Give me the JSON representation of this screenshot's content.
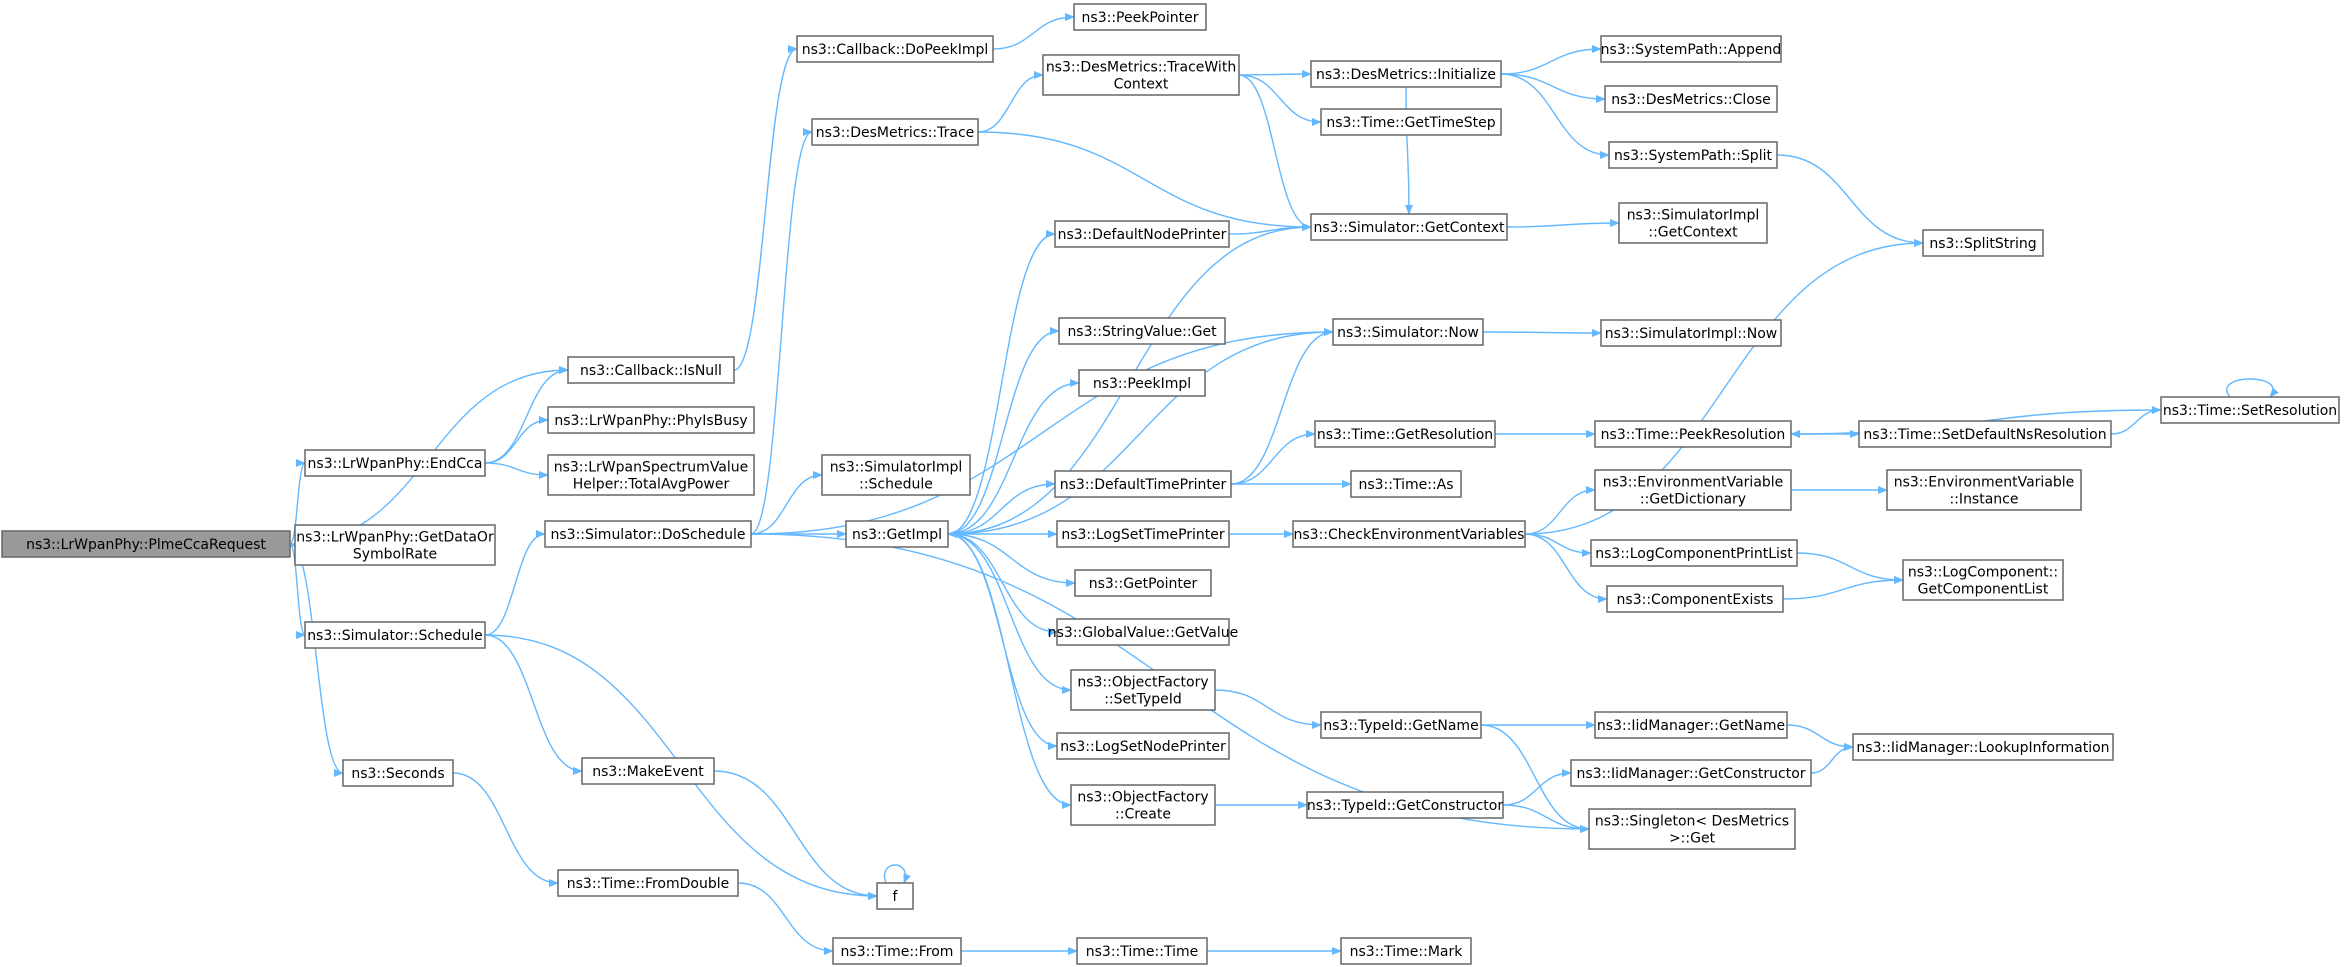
{
  "graph": {
    "nodes": [
      {
        "id": "root",
        "label": [
          "ns3::LrWpanPhy::PlmeCcaRequest"
        ],
        "root": true
      },
      {
        "id": "isnull",
        "label": [
          "ns3::Callback::IsNull"
        ]
      },
      {
        "id": "endcca",
        "label": [
          "ns3::LrWpanPhy::EndCca"
        ]
      },
      {
        "id": "getdata",
        "label": [
          "ns3::LrWpanPhy::GetDataOr",
          "SymbolRate"
        ]
      },
      {
        "id": "simsched",
        "label": [
          "ns3::Simulator::Schedule"
        ]
      },
      {
        "id": "seconds",
        "label": [
          "ns3::Seconds"
        ]
      },
      {
        "id": "dopeek",
        "label": [
          "ns3::Callback::DoPeekImpl"
        ]
      },
      {
        "id": "phybusy",
        "label": [
          "ns3::LrWpanPhy::PhyIsBusy"
        ]
      },
      {
        "id": "totalavg",
        "label": [
          "ns3::LrWpanSpectrumValue",
          "Helper::TotalAvgPower"
        ]
      },
      {
        "id": "dosched",
        "label": [
          "ns3::Simulator::DoSchedule"
        ]
      },
      {
        "id": "makeevent",
        "label": [
          "ns3::MakeEvent"
        ]
      },
      {
        "id": "fromdouble",
        "label": [
          "ns3::Time::FromDouble"
        ]
      },
      {
        "id": "peekptr",
        "label": [
          "ns3::PeekPointer"
        ]
      },
      {
        "id": "trace",
        "label": [
          "ns3::DesMetrics::Trace"
        ]
      },
      {
        "id": "simimplsched",
        "label": [
          "ns3::SimulatorImpl",
          "::Schedule"
        ]
      },
      {
        "id": "getimpl",
        "label": [
          "ns3::GetImpl"
        ]
      },
      {
        "id": "f",
        "label": [
          "f"
        ]
      },
      {
        "id": "from",
        "label": [
          "ns3::Time::From"
        ]
      },
      {
        "id": "tracectx",
        "label": [
          "ns3::DesMetrics::TraceWith",
          "Context"
        ]
      },
      {
        "id": "defnode",
        "label": [
          "ns3::DefaultNodePrinter"
        ]
      },
      {
        "id": "strget",
        "label": [
          "ns3::StringValue::Get"
        ]
      },
      {
        "id": "peekimpl",
        "label": [
          "ns3::PeekImpl"
        ]
      },
      {
        "id": "deftime",
        "label": [
          "ns3::DefaultTimePrinter"
        ]
      },
      {
        "id": "logsettime",
        "label": [
          "ns3::LogSetTimePrinter"
        ]
      },
      {
        "id": "getptr",
        "label": [
          "ns3::GetPointer"
        ]
      },
      {
        "id": "globalget",
        "label": [
          "ns3::GlobalValue::GetValue"
        ]
      },
      {
        "id": "ofsettype",
        "label": [
          "ns3::ObjectFactory",
          "::SetTypeId"
        ]
      },
      {
        "id": "logsetnode",
        "label": [
          "ns3::LogSetNodePrinter"
        ]
      },
      {
        "id": "ofcreate",
        "label": [
          "ns3::ObjectFactory",
          "::Create"
        ]
      },
      {
        "id": "timetime",
        "label": [
          "ns3::Time::Time"
        ]
      },
      {
        "id": "dminit",
        "label": [
          "ns3::DesMetrics::Initialize"
        ]
      },
      {
        "id": "gettimestep",
        "label": [
          "ns3::Time::GetTimeStep"
        ]
      },
      {
        "id": "getctx",
        "label": [
          "ns3::Simulator::GetContext"
        ]
      },
      {
        "id": "simnow",
        "label": [
          "ns3::Simulator::Now"
        ]
      },
      {
        "id": "getres",
        "label": [
          "ns3::Time::GetResolution"
        ]
      },
      {
        "id": "timeas",
        "label": [
          "ns3::Time::As"
        ]
      },
      {
        "id": "checkenv",
        "label": [
          "ns3::CheckEnvironmentVariables"
        ]
      },
      {
        "id": "tidgetname",
        "label": [
          "ns3::TypeId::GetName"
        ]
      },
      {
        "id": "tidgetctor",
        "label": [
          "ns3::TypeId::GetConstructor"
        ]
      },
      {
        "id": "timemark",
        "label": [
          "ns3::Time::Mark"
        ]
      },
      {
        "id": "append",
        "label": [
          "ns3::SystemPath::Append"
        ]
      },
      {
        "id": "dmclose",
        "label": [
          "ns3::DesMetrics::Close"
        ]
      },
      {
        "id": "split",
        "label": [
          "ns3::SystemPath::Split"
        ]
      },
      {
        "id": "simimplctx",
        "label": [
          "ns3::SimulatorImpl",
          "::GetContext"
        ]
      },
      {
        "id": "simimplnow",
        "label": [
          "ns3::SimulatorImpl::Now"
        ]
      },
      {
        "id": "peekres",
        "label": [
          "ns3::Time::PeekResolution"
        ]
      },
      {
        "id": "envgetdict",
        "label": [
          "ns3::EnvironmentVariable",
          "::GetDictionary"
        ]
      },
      {
        "id": "logcompprint",
        "label": [
          "ns3::LogComponentPrintList"
        ]
      },
      {
        "id": "compexists",
        "label": [
          "ns3::ComponentExists"
        ]
      },
      {
        "id": "iidgetname",
        "label": [
          "ns3::IidManager::GetName"
        ]
      },
      {
        "id": "iidgetctor",
        "label": [
          "ns3::IidManager::GetConstructor"
        ]
      },
      {
        "id": "singleton",
        "label": [
          "ns3::Singleton< DesMetrics",
          ">::Get"
        ]
      },
      {
        "id": "splitstring",
        "label": [
          "ns3::SplitString"
        ]
      },
      {
        "id": "setdefns",
        "label": [
          "ns3::Time::SetDefaultNsResolution"
        ]
      },
      {
        "id": "envinst",
        "label": [
          "ns3::EnvironmentVariable",
          "::Instance"
        ]
      },
      {
        "id": "getcomplist",
        "label": [
          "ns3::LogComponent::",
          "GetComponentList"
        ]
      },
      {
        "id": "lookupinfo",
        "label": [
          "ns3::IidManager::LookupInformation"
        ]
      },
      {
        "id": "setres",
        "label": [
          "ns3::Time::SetResolution"
        ]
      }
    ],
    "edges": [
      [
        "root",
        "isnull"
      ],
      [
        "root",
        "endcca"
      ],
      [
        "root",
        "getdata"
      ],
      [
        "root",
        "simsched"
      ],
      [
        "root",
        "seconds"
      ],
      [
        "isnull",
        "dopeek"
      ],
      [
        "endcca",
        "isnull"
      ],
      [
        "endcca",
        "phybusy"
      ],
      [
        "endcca",
        "totalavg"
      ],
      [
        "simsched",
        "dosched"
      ],
      [
        "simsched",
        "makeevent"
      ],
      [
        "simsched",
        "f"
      ],
      [
        "seconds",
        "fromdouble"
      ],
      [
        "dopeek",
        "peekptr"
      ],
      [
        "dosched",
        "trace"
      ],
      [
        "dosched",
        "simimplsched"
      ],
      [
        "dosched",
        "getimpl"
      ],
      [
        "dosched",
        "simnow"
      ],
      [
        "dosched",
        "singleton"
      ],
      [
        "makeevent",
        "f"
      ],
      [
        "f",
        "f"
      ],
      [
        "fromdouble",
        "from"
      ],
      [
        "trace",
        "tracectx"
      ],
      [
        "trace",
        "getctx"
      ],
      [
        "getimpl",
        "defnode"
      ],
      [
        "getimpl",
        "strget"
      ],
      [
        "getimpl",
        "peekimpl"
      ],
      [
        "getimpl",
        "deftime"
      ],
      [
        "getimpl",
        "logsettime"
      ],
      [
        "getimpl",
        "getptr"
      ],
      [
        "getimpl",
        "globalget"
      ],
      [
        "getimpl",
        "ofsettype"
      ],
      [
        "getimpl",
        "logsetnode"
      ],
      [
        "getimpl",
        "ofcreate"
      ],
      [
        "from",
        "timetime"
      ],
      [
        "timetime",
        "timemark"
      ],
      [
        "tracectx",
        "dminit"
      ],
      [
        "tracectx",
        "gettimestep"
      ],
      [
        "tracectx",
        "getctx"
      ],
      [
        "defnode",
        "getctx"
      ],
      [
        "getctx",
        "getimpl"
      ],
      [
        "getctx",
        "simimplctx"
      ],
      [
        "deftime",
        "simnow"
      ],
      [
        "deftime",
        "getres"
      ],
      [
        "deftime",
        "timeas"
      ],
      [
        "simnow",
        "getimpl"
      ],
      [
        "simnow",
        "simimplnow"
      ],
      [
        "logsettime",
        "checkenv"
      ],
      [
        "ofsettype",
        "tidgetname"
      ],
      [
        "ofcreate",
        "tidgetctor"
      ],
      [
        "dminit",
        "append"
      ],
      [
        "dminit",
        "dmclose"
      ],
      [
        "dminit",
        "split"
      ],
      [
        "dminit",
        "getctx"
      ],
      [
        "split",
        "splitstring"
      ],
      [
        "getres",
        "peekres"
      ],
      [
        "checkenv",
        "envgetdict"
      ],
      [
        "checkenv",
        "logcompprint"
      ],
      [
        "checkenv",
        "compexists"
      ],
      [
        "checkenv",
        "splitstring"
      ],
      [
        "tidgetname",
        "iidgetname"
      ],
      [
        "tidgetname",
        "singleton"
      ],
      [
        "tidgetctor",
        "iidgetctor"
      ],
      [
        "tidgetctor",
        "singleton"
      ],
      [
        "peekres",
        "setdefns"
      ],
      [
        "setdefns",
        "setres"
      ],
      [
        "setres",
        "peekres"
      ],
      [
        "setres",
        "setres"
      ],
      [
        "envgetdict",
        "envinst"
      ],
      [
        "logcompprint",
        "getcomplist"
      ],
      [
        "compexists",
        "getcomplist"
      ],
      [
        "iidgetname",
        "lookupinfo"
      ],
      [
        "iidgetctor",
        "lookupinfo"
      ]
    ]
  }
}
